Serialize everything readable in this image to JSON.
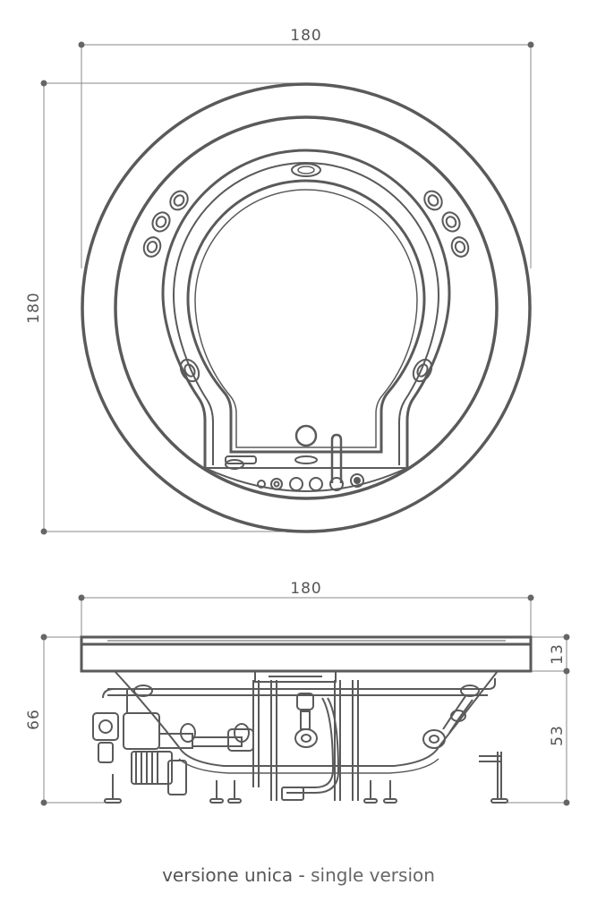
{
  "top_view": {
    "width_label": "180",
    "height_label": "180"
  },
  "side_view": {
    "width_label": "180",
    "total_height_label": "66",
    "rim_height_label": "13",
    "base_height_label": "53"
  },
  "caption": {
    "italian": "versione unica",
    "separator": "-",
    "english": "single version"
  },
  "colors": {
    "line": "#5a5a5a",
    "dimension": "#777777"
  }
}
